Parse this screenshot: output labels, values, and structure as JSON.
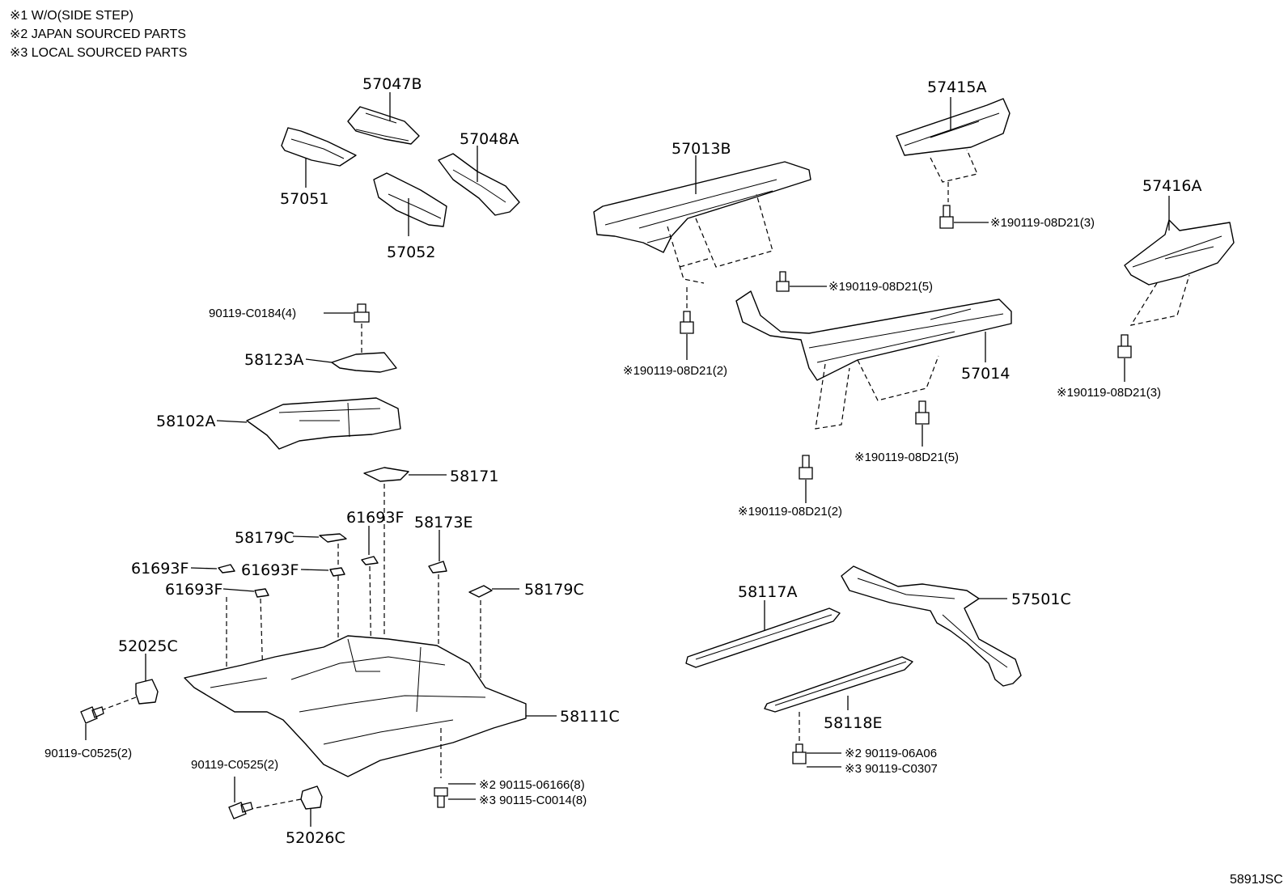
{
  "notes": [
    "※1 W/O(SIDE STEP)",
    "※2 JAPAN SOURCED PARTS",
    "※3 LOCAL SOURCED PARTS"
  ],
  "diagram_code": "5891JSC",
  "labels": {
    "p57047B": "57047B",
    "p57048A": "57048A",
    "p57051": "57051",
    "p57052": "57052",
    "p57013B": "57013B",
    "p57415A": "57415A",
    "p57416A": "57416A",
    "p57014": "57014",
    "b_57415A": "※190119-08D21(3)",
    "b_57013B_a": "※190119-08D21(5)",
    "b_57013B_b": "※190119-08D21(2)",
    "b_57416A": "※190119-08D21(3)",
    "b_57014_a": "※190119-08D21(5)",
    "b_57014_b": "※190119-08D21(2)",
    "b_58123A": "90119-C0184(4)",
    "p58123A": "58123A",
    "p58102A": "58102A",
    "p58171": "58171",
    "p61693F_a": "61693F",
    "p58179C_a": "58179C",
    "p58173E": "58173E",
    "p61693F_b": "61693F",
    "p61693F_c": "61693F",
    "p61693F_d": "61693F",
    "p58179C_b": "58179C",
    "p52025C": "52025C",
    "p58111C": "58111C",
    "b_52025C": "90119-C0525(2)",
    "b_52026C": "90119-C0525(2)",
    "p52026C": "52026C",
    "b_58111C_a": "※2 90115-06166(8)",
    "b_58111C_b": "※3 90115-C0014(8)",
    "p58117A": "58117A",
    "p57501C": "57501C",
    "p58118E": "58118E",
    "b_58118E_a": "※2 90119-06A06",
    "b_58118E_b": "※3 90119-C0307"
  }
}
